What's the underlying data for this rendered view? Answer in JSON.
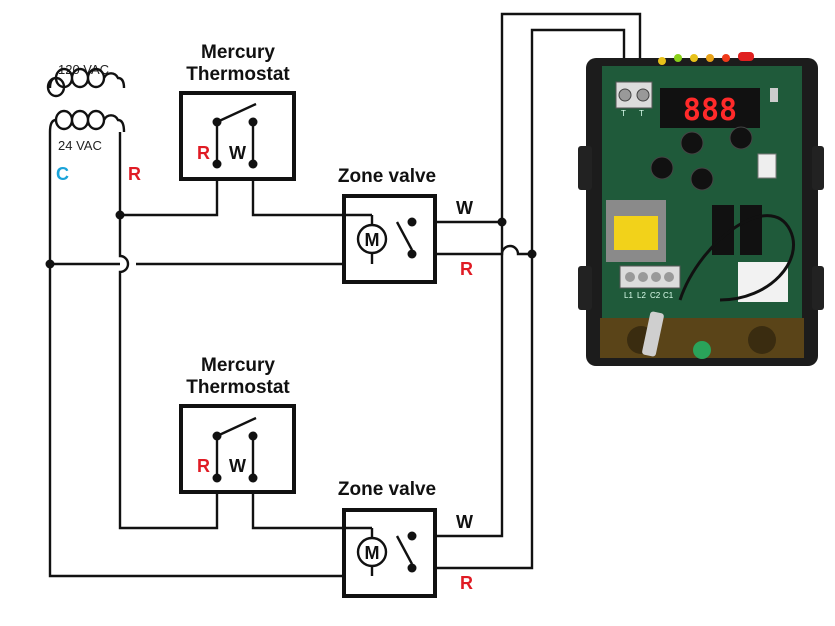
{
  "transformer": {
    "primary_label": "120 VAC",
    "secondary_label": "24 VAC"
  },
  "wire_labels": {
    "c": "C",
    "r": "R"
  },
  "thermostat_1": {
    "title_line1": "Mercury",
    "title_line2": "Thermostat",
    "terminal_r": "R",
    "terminal_w": "W"
  },
  "thermostat_2": {
    "title_line1": "Mercury",
    "title_line2": "Thermostat",
    "terminal_r": "R",
    "terminal_w": "W"
  },
  "zone_valve_1": {
    "title": "Zone valve",
    "motor": "M",
    "terminal_w": "W",
    "terminal_r": "R"
  },
  "zone_valve_2": {
    "title": "Zone valve",
    "motor": "M",
    "terminal_w": "W",
    "terminal_r": "R"
  },
  "controller": {
    "display": "888",
    "terminal_labels": [
      "T",
      "T"
    ],
    "bottom_terminals": [
      "L1",
      "L2",
      "C2",
      "C1"
    ],
    "colors": {
      "board": "#1f5a3a",
      "case": "#1c1c1c",
      "display_bg": "#111111",
      "display_digit": "#ff2a2a",
      "transformer": "#f2d21a"
    }
  }
}
